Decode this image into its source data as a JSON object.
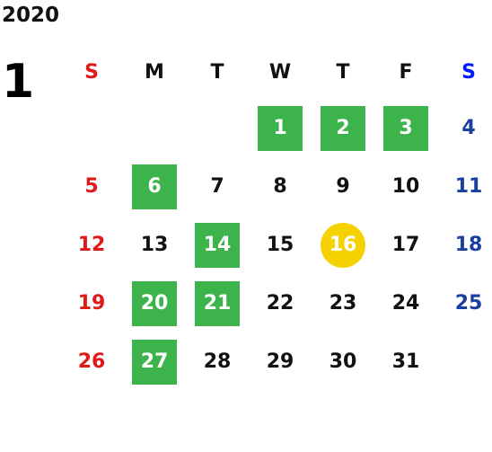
{
  "year": "2020",
  "month": "1",
  "weekdays": [
    "S",
    "M",
    "T",
    "W",
    "T",
    "F",
    "S"
  ],
  "weeks": [
    [
      "",
      "",
      "",
      "1",
      "2",
      "3",
      "4"
    ],
    [
      "5",
      "6",
      "7",
      "8",
      "9",
      "10",
      "11"
    ],
    [
      "12",
      "13",
      "14",
      "15",
      "16",
      "17",
      "18"
    ],
    [
      "19",
      "20",
      "21",
      "22",
      "23",
      "24",
      "25"
    ],
    [
      "26",
      "27",
      "28",
      "29",
      "30",
      "31",
      ""
    ]
  ],
  "highlighted_days": [
    "1",
    "2",
    "3",
    "6",
    "14",
    "20",
    "21",
    "27"
  ],
  "today": "16",
  "colors": {
    "highlight": "#3cb44b",
    "today": "#f5d100",
    "sunday": "#e01919",
    "saturday": "#1a3fa0",
    "saturday_header": "#0019ff"
  }
}
